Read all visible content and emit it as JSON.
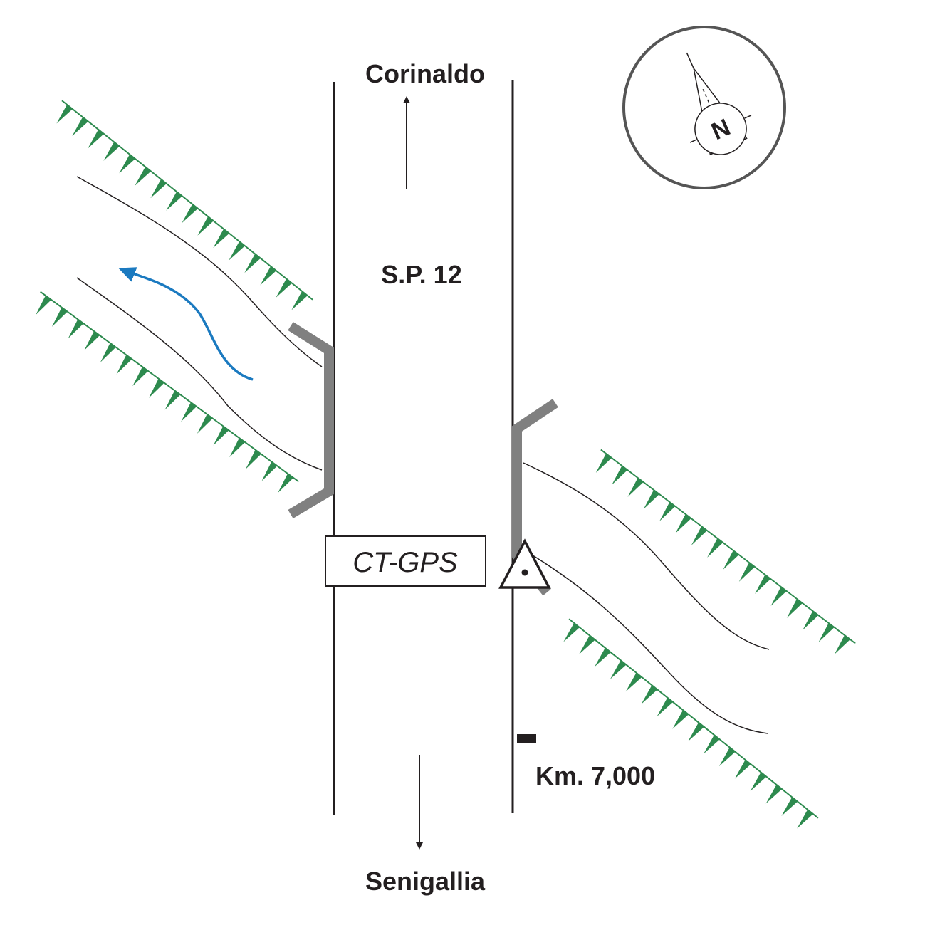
{
  "labels": {
    "north_destination": "Corinaldo",
    "south_destination": "Senigallia",
    "road_name": "S.P. 12",
    "station_code": "CT-GPS",
    "kilometer_marker": "Km. 7,000",
    "compass_letter": "N"
  },
  "colors": {
    "road_lines": "#231f20",
    "culvert_walls": "#808080",
    "embankment_hatching": "#2d8a4e",
    "flow_arrow": "#1b7ac0",
    "compass_ring": "#555555"
  },
  "icons": {
    "survey_marker": "triangle-with-dot-icon",
    "compass": "north-arrow-icon",
    "flow_direction": "curved-arrow-icon"
  }
}
